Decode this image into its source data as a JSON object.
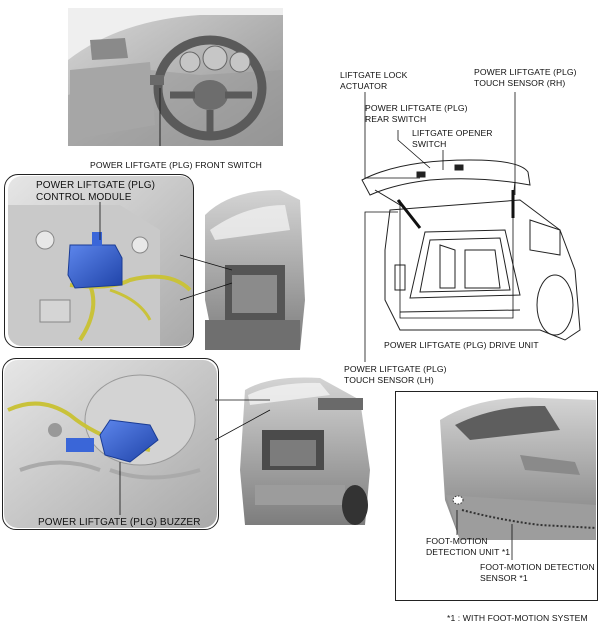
{
  "labels": {
    "front_switch": "POWER LIFTGATE (PLG) FRONT SWITCH",
    "control_module": "POWER LIFTGATE (PLG)\nCONTROL MODULE",
    "lock_actuator": "LIFTGATE LOCK\nACTUATOR",
    "rear_switch": "POWER LIFTGATE (PLG)\nREAR SWITCH",
    "opener_switch": "LIFTGATE OPENER\nSWITCH",
    "touch_sensor_rh": "POWER LIFTGATE (PLG)\nTOUCH SENSOR (RH)",
    "drive_unit": "POWER LIFTGATE (PLG) DRIVE UNIT",
    "touch_sensor_lh": "POWER LIFTGATE (PLG)\nTOUCH SENSOR (LH)",
    "buzzer": "POWER LIFTGATE (PLG) BUZZER",
    "foot_unit": "FOOT-MOTION\nDETECTION UNIT *1",
    "foot_sensor": "FOOT-MOTION DETECTION\nSENSOR *1",
    "footnote": "*1 : WITH FOOT-MOTION SYSTEM"
  },
  "colors": {
    "component_blue": "#2f5fd0",
    "harness_yellow": "#c9c23a",
    "photo_gray": "#b9b9b9",
    "line_art": "#222222"
  }
}
